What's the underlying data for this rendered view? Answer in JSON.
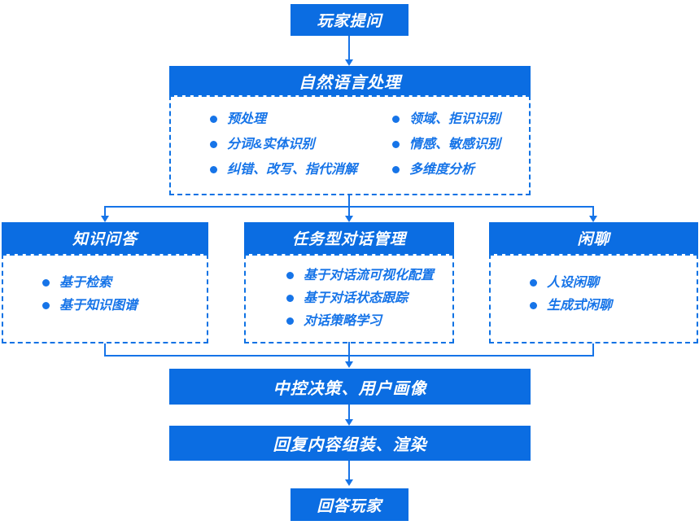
{
  "colors": {
    "box_fill": "#0b6de2",
    "accent": "#1674e8",
    "dashed_border": "#0e72e4",
    "connector": "#1674e8",
    "header_text": "#ffffff",
    "background": "#ffffff"
  },
  "nodes": {
    "player_question": {
      "label": "玩家提问"
    },
    "nlp": {
      "label": "自然语言处理",
      "left_items": [
        "预处理",
        "分词&实体识别",
        "纠错、改写、指代消解"
      ],
      "right_items": [
        "领域、拒识识别",
        "情感、敏感识别",
        "多维度分析"
      ]
    },
    "kbqa": {
      "label": "知识问答",
      "items": [
        "基于检索",
        "基于知识图谱"
      ]
    },
    "task_dialog": {
      "label": "任务型对话管理",
      "items": [
        "基于对话流可视化配置",
        "基于对话状态跟踪",
        "对话策略学习"
      ]
    },
    "chitchat": {
      "label": "闲聊",
      "items": [
        "人设闲聊",
        "生成式闲聊"
      ]
    },
    "central": {
      "label": "中控决策、用户画像"
    },
    "render": {
      "label": "回复内容组装、渲染"
    },
    "answer": {
      "label": "回答玩家"
    }
  }
}
